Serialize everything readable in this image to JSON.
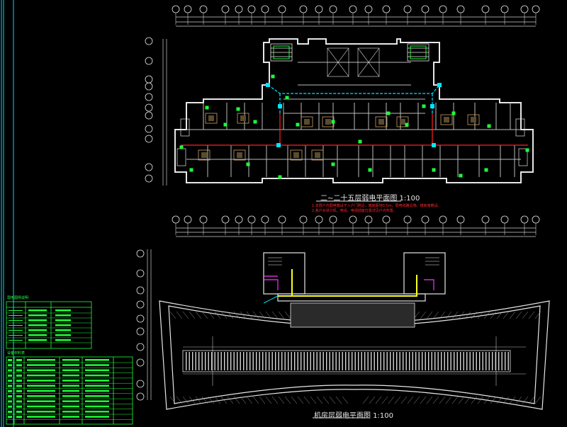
{
  "drawing": {
    "upper_plan_title": "二~二十五层弱电平面图 1:100",
    "lower_plan_title": "机房层弱电平面图 1:100",
    "notes": [
      "1.本层户内弱电箱设于入户门附近，箱底距地0.5m，弱电线路沿墙、楼板暗敷设。",
      "2.各户对讲分机、电话、电视插座位置详见户内布置。"
    ]
  },
  "legend": {
    "table1_title": "弱电图例说明",
    "table2_title": "设备材料表"
  },
  "colors": {
    "background": "#000000",
    "wall": "#e6e6e6",
    "axis": "#cfcfcf",
    "cyan": "#00e5ff",
    "red": "#ff2020",
    "green": "#1fff3a",
    "yellow": "#ffff20",
    "magenta": "#ff30ff",
    "furniture": "#c8a06a"
  }
}
